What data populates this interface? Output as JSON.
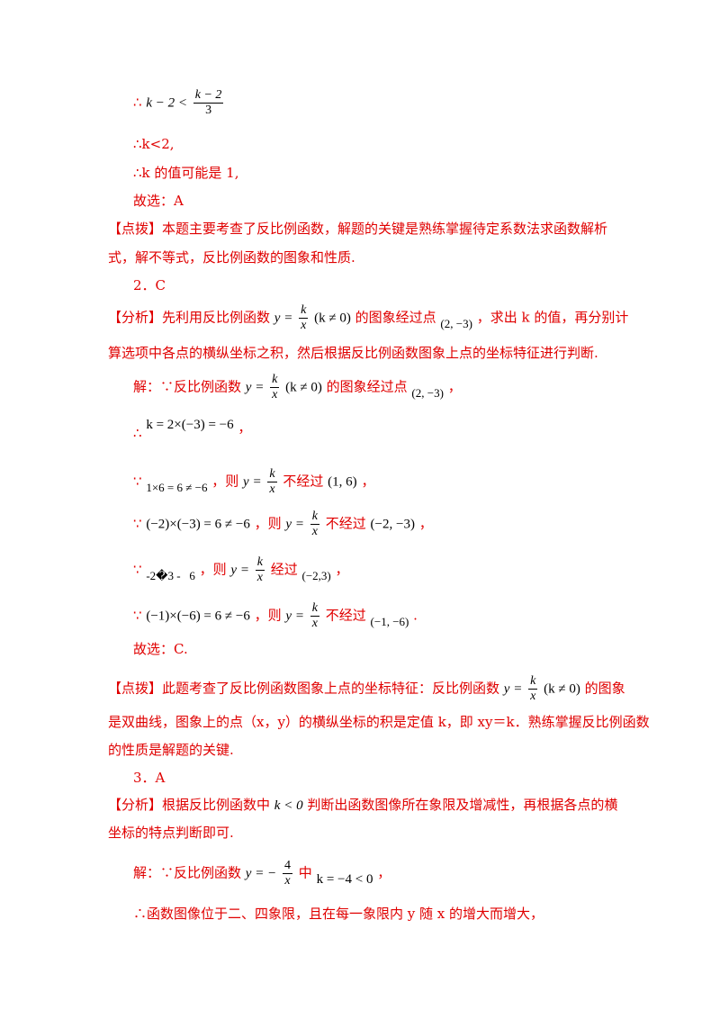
{
  "lines": {
    "l1_sym": "∴",
    "l1_expr": "k − 2 <",
    "l1_num": "k − 2",
    "l1_den": "3",
    "l2": "∴k<2,",
    "l3": "∴k 的值可能是 1,",
    "l4": "故选：A",
    "l5": "【点拨】本题主要考查了反比例函数，解题的关键是熟练掌握待定系数法求函数解析",
    "l6": "式，解不等式，反比例函数的图象和性质.",
    "l7": "2．C",
    "l8_a": "【分析】先利用反比例函数",
    "l8_y": "y =",
    "l8_num": "k",
    "l8_den": "x",
    "l8_cond": "(k ≠ 0)",
    "l8_b": "的图象经过点",
    "l8_pt": "(2, −3)",
    "l8_c": "，求出 k 的值，再分别计",
    "l9": "算选项中各点的横纵坐标之积，然后根据反比例函数图象上点的坐标特征进行判断.",
    "l10_a": "解：∵反比例函数",
    "l10_y": "y =",
    "l10_num": "k",
    "l10_den": "x",
    "l10_cond": "(k ≠ 0)",
    "l10_b": "的图象经过点",
    "l10_pt": "(2, −3)",
    "l10_c": "，",
    "l11_sym": "∴",
    "l11_expr": "k = 2×(−3) = −6",
    "l11_c": "，",
    "l12_sym": "∵",
    "l12_expr": "1×6 = 6 ≠ −6",
    "l12_a": "，则",
    "l12_y": "y =",
    "l12_num": "k",
    "l12_den": "x",
    "l12_b": "不经过",
    "l12_pt": "(1, 6)",
    "l12_c": "，",
    "l13_sym": "∵",
    "l13_expr": "(−2)×(−3) = 6 ≠ −6",
    "l13_a": "，则",
    "l13_y": "y =",
    "l13_num": "k",
    "l13_den": "x",
    "l13_b": "不经过",
    "l13_pt": "(−2, −3)",
    "l13_c": "，",
    "l14_sym": "∵",
    "l14_expr": "-2�3 -   6",
    "l14_a": "，则",
    "l14_y": "y =",
    "l14_num": "k",
    "l14_den": "x",
    "l14_b": "经过",
    "l14_pt": "(−2,3)",
    "l14_c": "，",
    "l15_sym": "∵",
    "l15_expr": "(−1)×(−6) = 6 ≠ −6",
    "l15_a": "，则",
    "l15_y": "y =",
    "l15_num": "k",
    "l15_den": "x",
    "l15_b": "不经过",
    "l15_pt": "(−1, −6)",
    "l15_c": ".",
    "l16": "故选：C.",
    "l17_a": "【点拨】此题考查了反比例函数图象上点的坐标特征：反比例函数",
    "l17_y": "y =",
    "l17_num": "k",
    "l17_den": "x",
    "l17_cond": "(k ≠ 0)",
    "l17_b": "的图象",
    "l18": "是双曲线，图象上的点（x，y）的横纵坐标的积是定值 k，即 xy＝k．熟练掌握反比例函数",
    "l19": "的性质是解题的关键.",
    "l20": "3．A",
    "l21_a": "【分析】根据反比例函数中",
    "l21_expr": "k < 0",
    "l21_b": "判断出函数图像所在象限及增减性，再根据各点的横",
    "l22": "坐标的特点判断即可.",
    "l23_a": "解：∵反比例函数",
    "l23_y": "y = −",
    "l23_num": "4",
    "l23_den": "x",
    "l23_b": "中",
    "l23_expr": "k = −4 < 0",
    "l23_c": "，",
    "l24": "∴函数图像位于二、四象限，且在每一象限内 y 随 x 的增大而增大，"
  }
}
